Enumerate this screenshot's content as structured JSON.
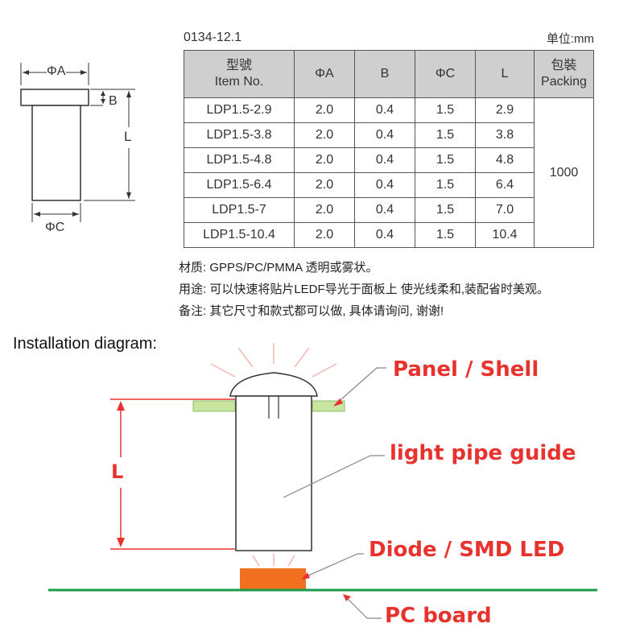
{
  "header": {
    "model_code": "0134-12.1",
    "unit": "单位:mm"
  },
  "dimension_labels": {
    "a": "ΦA",
    "b": "B",
    "c": "ΦC",
    "l": "L"
  },
  "table": {
    "headers": [
      [
        "型號",
        "Item No."
      ],
      [
        "ΦA"
      ],
      [
        "B"
      ],
      [
        "ΦC"
      ],
      [
        "L"
      ],
      [
        "包裝",
        "Packing"
      ]
    ],
    "rows": [
      [
        "LDP1.5-2.9",
        "2.0",
        "0.4",
        "1.5",
        "2.9"
      ],
      [
        "LDP1.5-3.8",
        "2.0",
        "0.4",
        "1.5",
        "3.8"
      ],
      [
        "LDP1.5-4.8",
        "2.0",
        "0.4",
        "1.5",
        "4.8"
      ],
      [
        "LDP1.5-6.4",
        "2.0",
        "0.4",
        "1.5",
        "6.4"
      ],
      [
        "LDP1.5-7",
        "2.0",
        "0.4",
        "1.5",
        "7.0"
      ],
      [
        "LDP1.5-10.4",
        "2.0",
        "0.4",
        "1.5",
        "10.4"
      ]
    ],
    "packing": "1000"
  },
  "notes": {
    "material": "材质: GPPS/PC/PMMA 透明或雾状。",
    "usage": "用途: 可以快速将贴片LEDF导光于面板上 使光线柔和,装配省时美观。",
    "remark": "备注: 其它尺寸和款式都可以做, 具体请询问, 谢谢!"
  },
  "installation": {
    "title": "Installation diagram:",
    "dimension_label": "L",
    "callouts": {
      "panel": "Panel / Shell",
      "light_pipe": "light pipe guide",
      "diode": "Diode / SMD LED",
      "pcb": "PC board"
    }
  },
  "colors": {
    "callout_red": "#e8322e",
    "led_orange": "#f07020",
    "pcb_green": "#1a9a4a",
    "panel_green": "#c8e6a0",
    "table_header_gray": "#cfcfcf"
  }
}
